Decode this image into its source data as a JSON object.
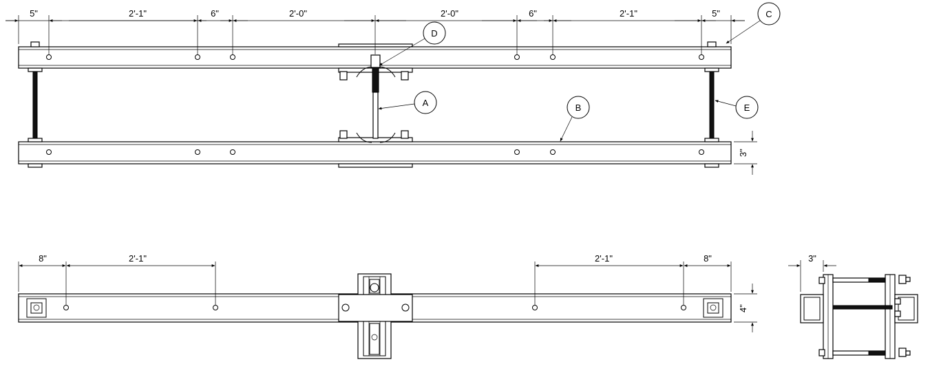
{
  "top_view": {
    "dimensions": [
      "5\"",
      "2'-1\"",
      "6\"",
      "2'-0\"",
      "2'-0\"",
      "6\"",
      "2'-1\"",
      "5\""
    ],
    "height_dim": "3\""
  },
  "front_view": {
    "dimensions": [
      "8\"",
      "2'-1\"",
      "2'-1\"",
      "8\""
    ],
    "height_dim": "4\""
  },
  "side_view": {
    "width_dim": "3\""
  },
  "callouts": {
    "a": "A",
    "b": "B",
    "c": "C",
    "d": "D",
    "e": "E"
  }
}
